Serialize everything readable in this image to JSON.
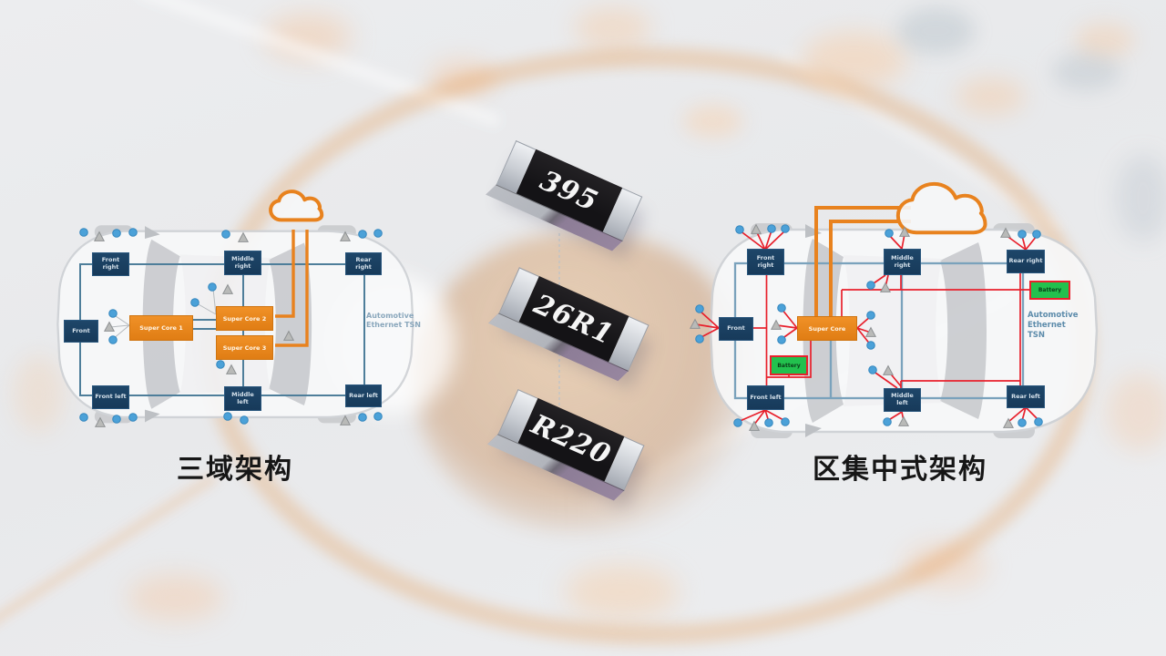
{
  "titles": {
    "left": "三域架构",
    "right": "区集中式架构"
  },
  "left_architecture": {
    "zones": [
      "Front right",
      "Middle right",
      "Rear right",
      "Front",
      "Front left",
      "Middle left",
      "Rear left"
    ],
    "super_cores": [
      "Super Core 1",
      "Super Core 2",
      "Super Core 3"
    ],
    "network_label": "Automotive\nEthernet TSN"
  },
  "right_architecture": {
    "zones": [
      "Front right",
      "Middle right",
      "Rear right",
      "Front",
      "Front left",
      "Middle left",
      "Rear left"
    ],
    "super_core": "Super Core",
    "battery_front": "Battery",
    "battery_rear": "Battery",
    "network_label": "Automotive\nEthernet TSN"
  },
  "resistors": [
    "395",
    "26R1",
    "R220"
  ],
  "colors": {
    "zone_box_navy": "#1b4164",
    "super_core_orange": "#e8871f",
    "battery_green": "#22c14e",
    "red_line": "#e8202c",
    "left_bus_blue": "#4e7e9a",
    "right_bus_blue": "#7aa2bc",
    "sensor_blue": "#4ba1d8",
    "sensor_gray": "#b9bab8",
    "cloud_orange": "#e8821e"
  }
}
